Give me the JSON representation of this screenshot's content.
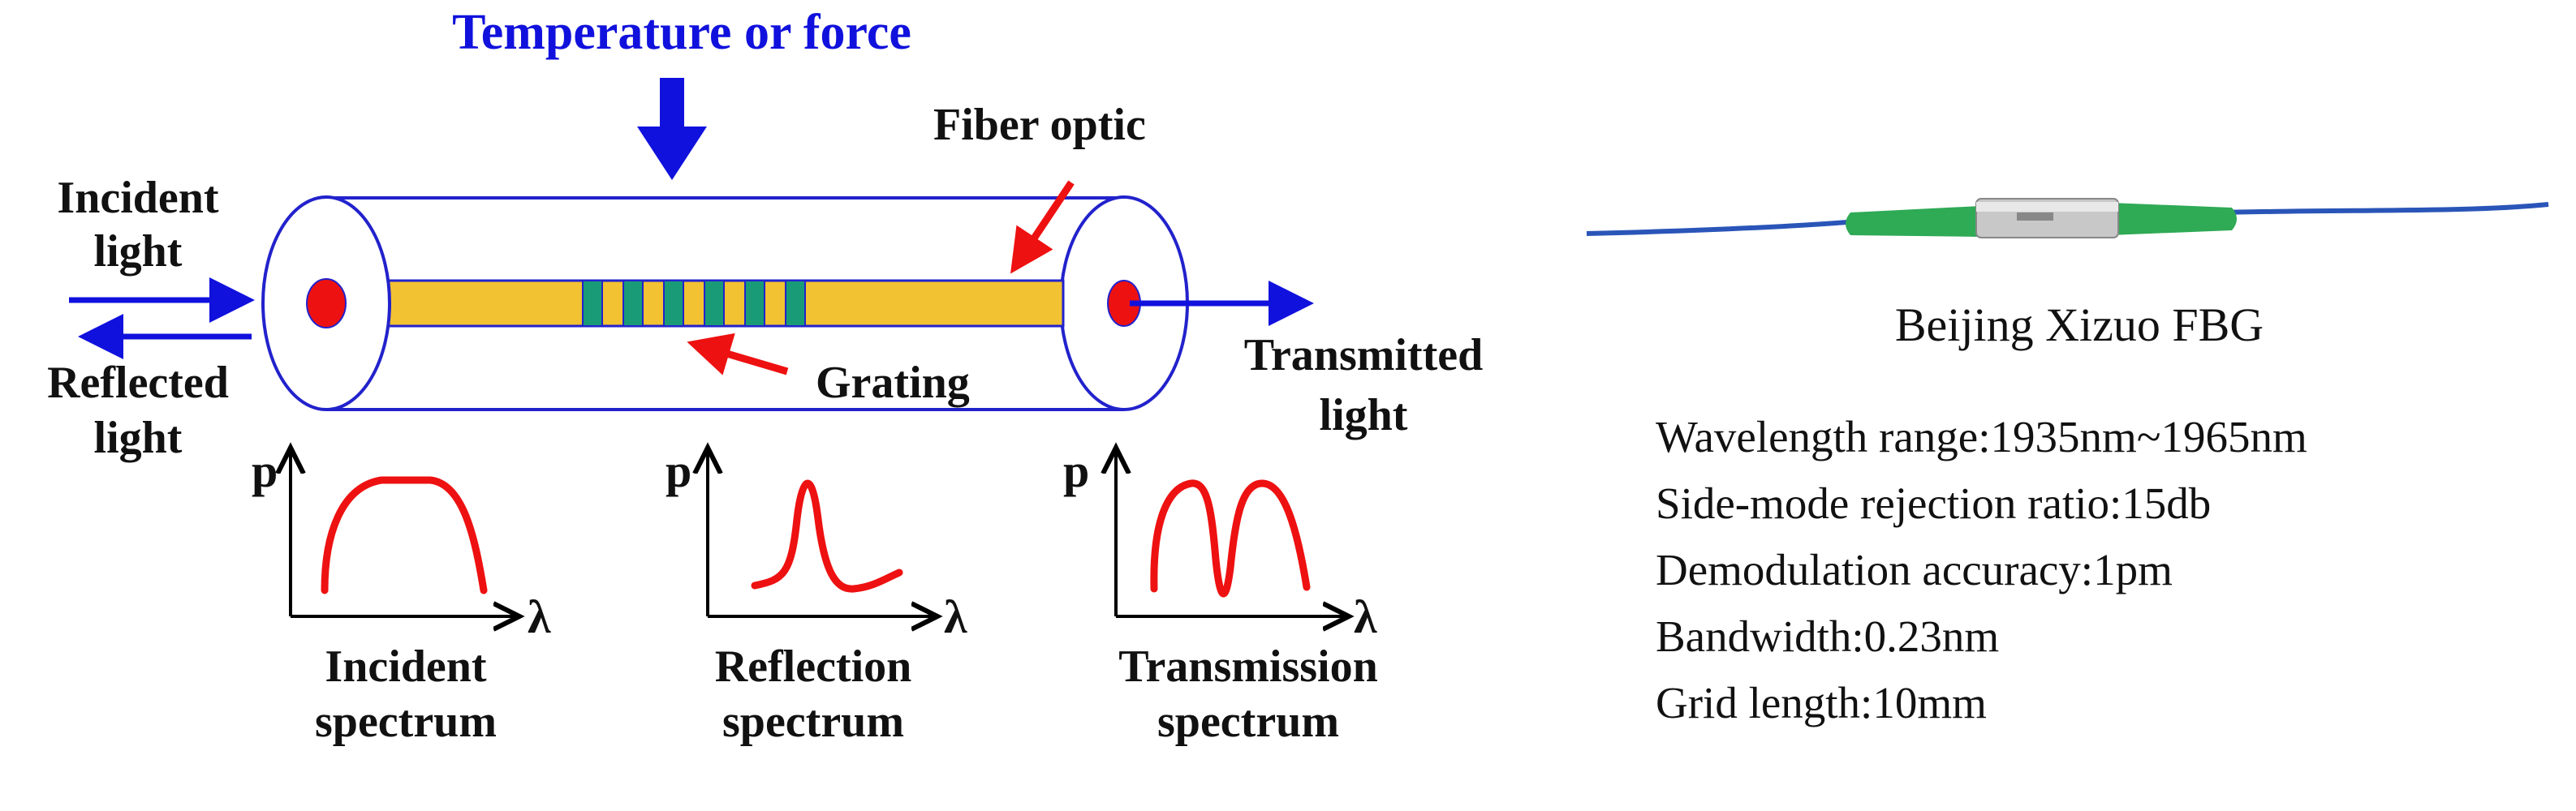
{
  "diagram": {
    "top_label": "Temperature or force",
    "fiber_optic_label": "Fiber optic",
    "grating_label": "Grating",
    "incident_light_label": [
      "Incident",
      "light"
    ],
    "reflected_light_label": [
      "Reflected",
      "light"
    ],
    "transmitted_light_label": [
      "Transmitted",
      "light"
    ],
    "spectra": [
      {
        "y_axis": "p",
        "x_axis": "λ",
        "name": [
          "Incident",
          "spectrum"
        ]
      },
      {
        "y_axis": "p",
        "x_axis": "λ",
        "name": [
          "Reflection",
          "spectrum"
        ]
      },
      {
        "y_axis": "p",
        "x_axis": "λ",
        "name": [
          "Transmission",
          "spectrum"
        ]
      }
    ],
    "colors": {
      "blue": "#1111dd",
      "red": "#ee1111",
      "core_yellow": "#f2c232",
      "grating_green": "#1a9b78"
    }
  },
  "product": {
    "title": "Beijing Xizuo FBG",
    "specs": [
      "Wavelength range:1935nm~1965nm",
      "Side-mode rejection ratio:15db",
      "Demodulation accuracy:1pm",
      "Bandwidth:0.23nm",
      "Grid length:10mm"
    ]
  }
}
